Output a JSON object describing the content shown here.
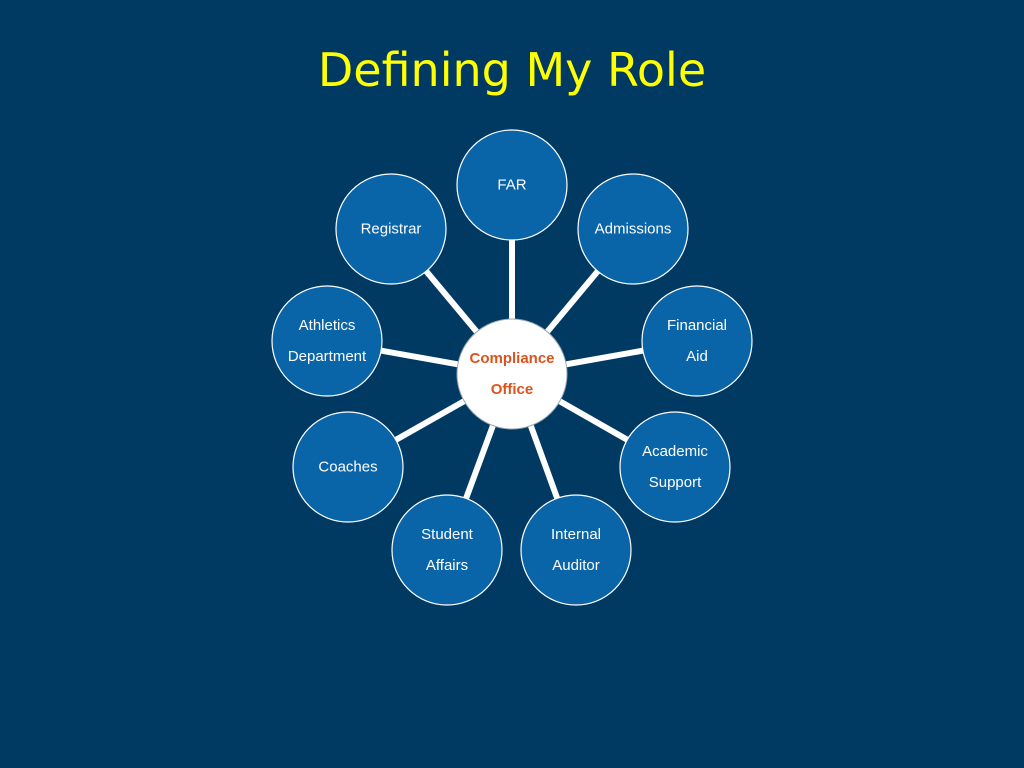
{
  "slide": {
    "title": "Defining My Role",
    "colors": {
      "background": "#003a63",
      "title": "#ffff00",
      "node_fill": "#0a64a8",
      "node_stroke": "#ffffff",
      "connector": "#ffffff",
      "center_fill": "#ffffff",
      "center_text": "#d9541e"
    }
  },
  "diagram": {
    "center": {
      "lines": [
        "Compliance",
        "Office"
      ]
    },
    "nodes": [
      {
        "lines": [
          "FAR"
        ]
      },
      {
        "lines": [
          "Admissions"
        ]
      },
      {
        "lines": [
          "Financial",
          "Aid"
        ]
      },
      {
        "lines": [
          "Academic",
          "Support"
        ]
      },
      {
        "lines": [
          "Internal",
          "Auditor"
        ]
      },
      {
        "lines": [
          "Student",
          "Affairs"
        ]
      },
      {
        "lines": [
          "Coaches"
        ]
      },
      {
        "lines": [
          "Athletics",
          "Department"
        ]
      },
      {
        "lines": [
          "Registrar"
        ]
      }
    ]
  }
}
